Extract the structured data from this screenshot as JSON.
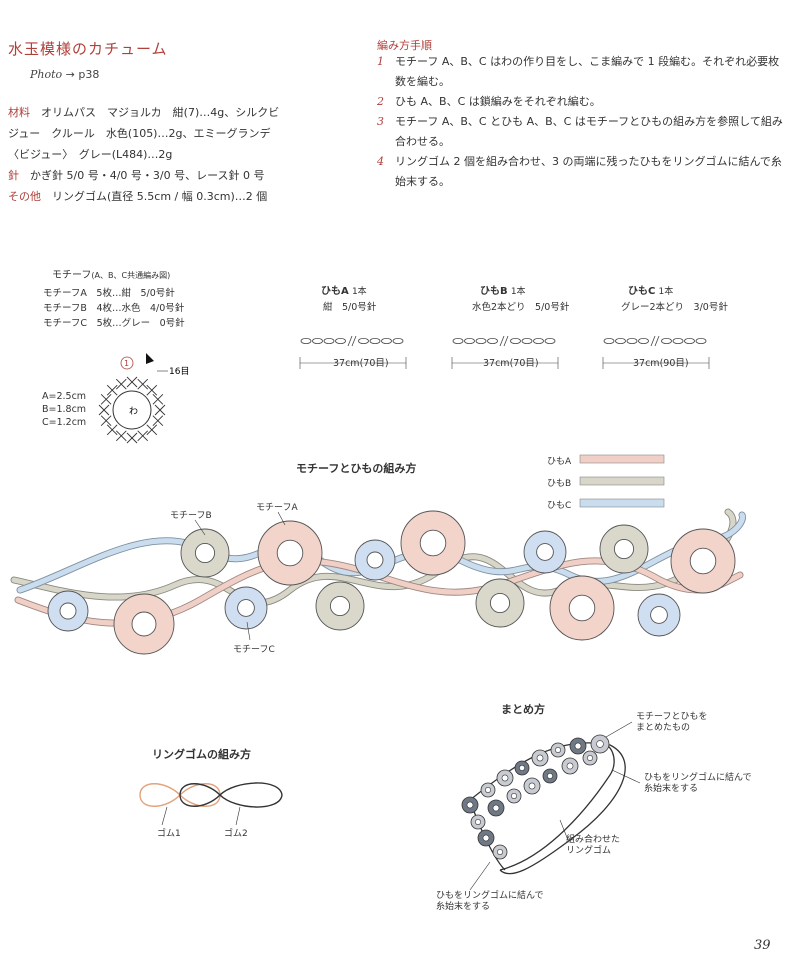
{
  "title": "水玉模様のカチューム",
  "photo": {
    "label": "Photo",
    "arrow": "→",
    "page": "p38"
  },
  "materials": {
    "label_material": "材料",
    "material_text": "オリムパス　マジョルカ　紺(7)…4g、シルクビジュー　クルール　水色(105)…2g、エミーグランデ〈ビジュー〉　グレー(L484)…2g",
    "label_needle": "針",
    "needle_text": "かぎ針 5/0 号・4/0 号・3/0 号、レース針 0 号",
    "label_other": "その他",
    "other_text": "リングゴム(直径 5.5cm / 幅 0.3cm)…2 個"
  },
  "steps": {
    "title": "編み方手順",
    "items": [
      {
        "num": "1",
        "text": "モチーフ A、B、C はわの作り目をし、こま編みで 1 段編む。それぞれ必要枚数を編む。"
      },
      {
        "num": "2",
        "text": "ひも A、B、C は鎖編みをそれぞれ編む。"
      },
      {
        "num": "3",
        "text": "モチーフ A、B、C とひも A、B、C はモチーフとひもの組み方を参照して組み合わせる。"
      },
      {
        "num": "4",
        "text": "リングゴム 2 個を組み合わせ、3 の両端に残ったひもをリングゴムに結んで糸始末する。"
      }
    ]
  },
  "motif": {
    "heading": "モチーフ",
    "heading_sub": "(A、B、C共通編み図)",
    "rows": [
      "モチーフA　5枚…紺　5/0号針",
      "モチーフB　4枚…水色　4/0号針",
      "モチーフC　5枚…グレー　0号針"
    ],
    "dims": [
      "A=2.5cm",
      "B=1.8cm",
      "C=1.2cm"
    ],
    "ring_label": "わ",
    "round_label": "①",
    "stitch_count": "16目"
  },
  "cords": [
    {
      "name": "ひもA",
      "count": "1本",
      "spec": "紺　5/0号針",
      "length": "37cm(70目)"
    },
    {
      "name": "ひもB",
      "count": "1本",
      "spec": "水色2本どり　5/0号針",
      "length": "37cm(70目)"
    },
    {
      "name": "ひもC",
      "count": "1本",
      "spec": "グレー2本どり　3/0号針",
      "length": "37cm(90目)"
    }
  ],
  "assembly": {
    "title": "モチーフとひもの組み方",
    "legend": [
      "ひもA",
      "ひもB",
      "ひもC"
    ],
    "labels": {
      "motif_b": "モチーフB",
      "motif_a": "モチーフA",
      "motif_c": "モチーフC"
    }
  },
  "ring_gum": {
    "title": "リングゴムの組み方",
    "gum1": "ゴム1",
    "gum2": "ゴム2"
  },
  "finish": {
    "title": "まとめ方",
    "callout1": "モチーフとひもを\nまとめたもの",
    "callout2": "ひもをリングゴムに結んで\n糸始末をする",
    "callout3": "組み合わせた\nリングゴム",
    "callout4": "ひもをリングゴムに結んで\n糸始末をする"
  },
  "page_number": "39",
  "colors": {
    "accent": "#b0403a",
    "cordA": "#f0cfc6",
    "cordB": "#c9ddef",
    "cordC": "#d8d6c8",
    "motifA": "#f2d4cb",
    "motifB": "#cfdff1",
    "motifC": "#d9d8cb"
  }
}
